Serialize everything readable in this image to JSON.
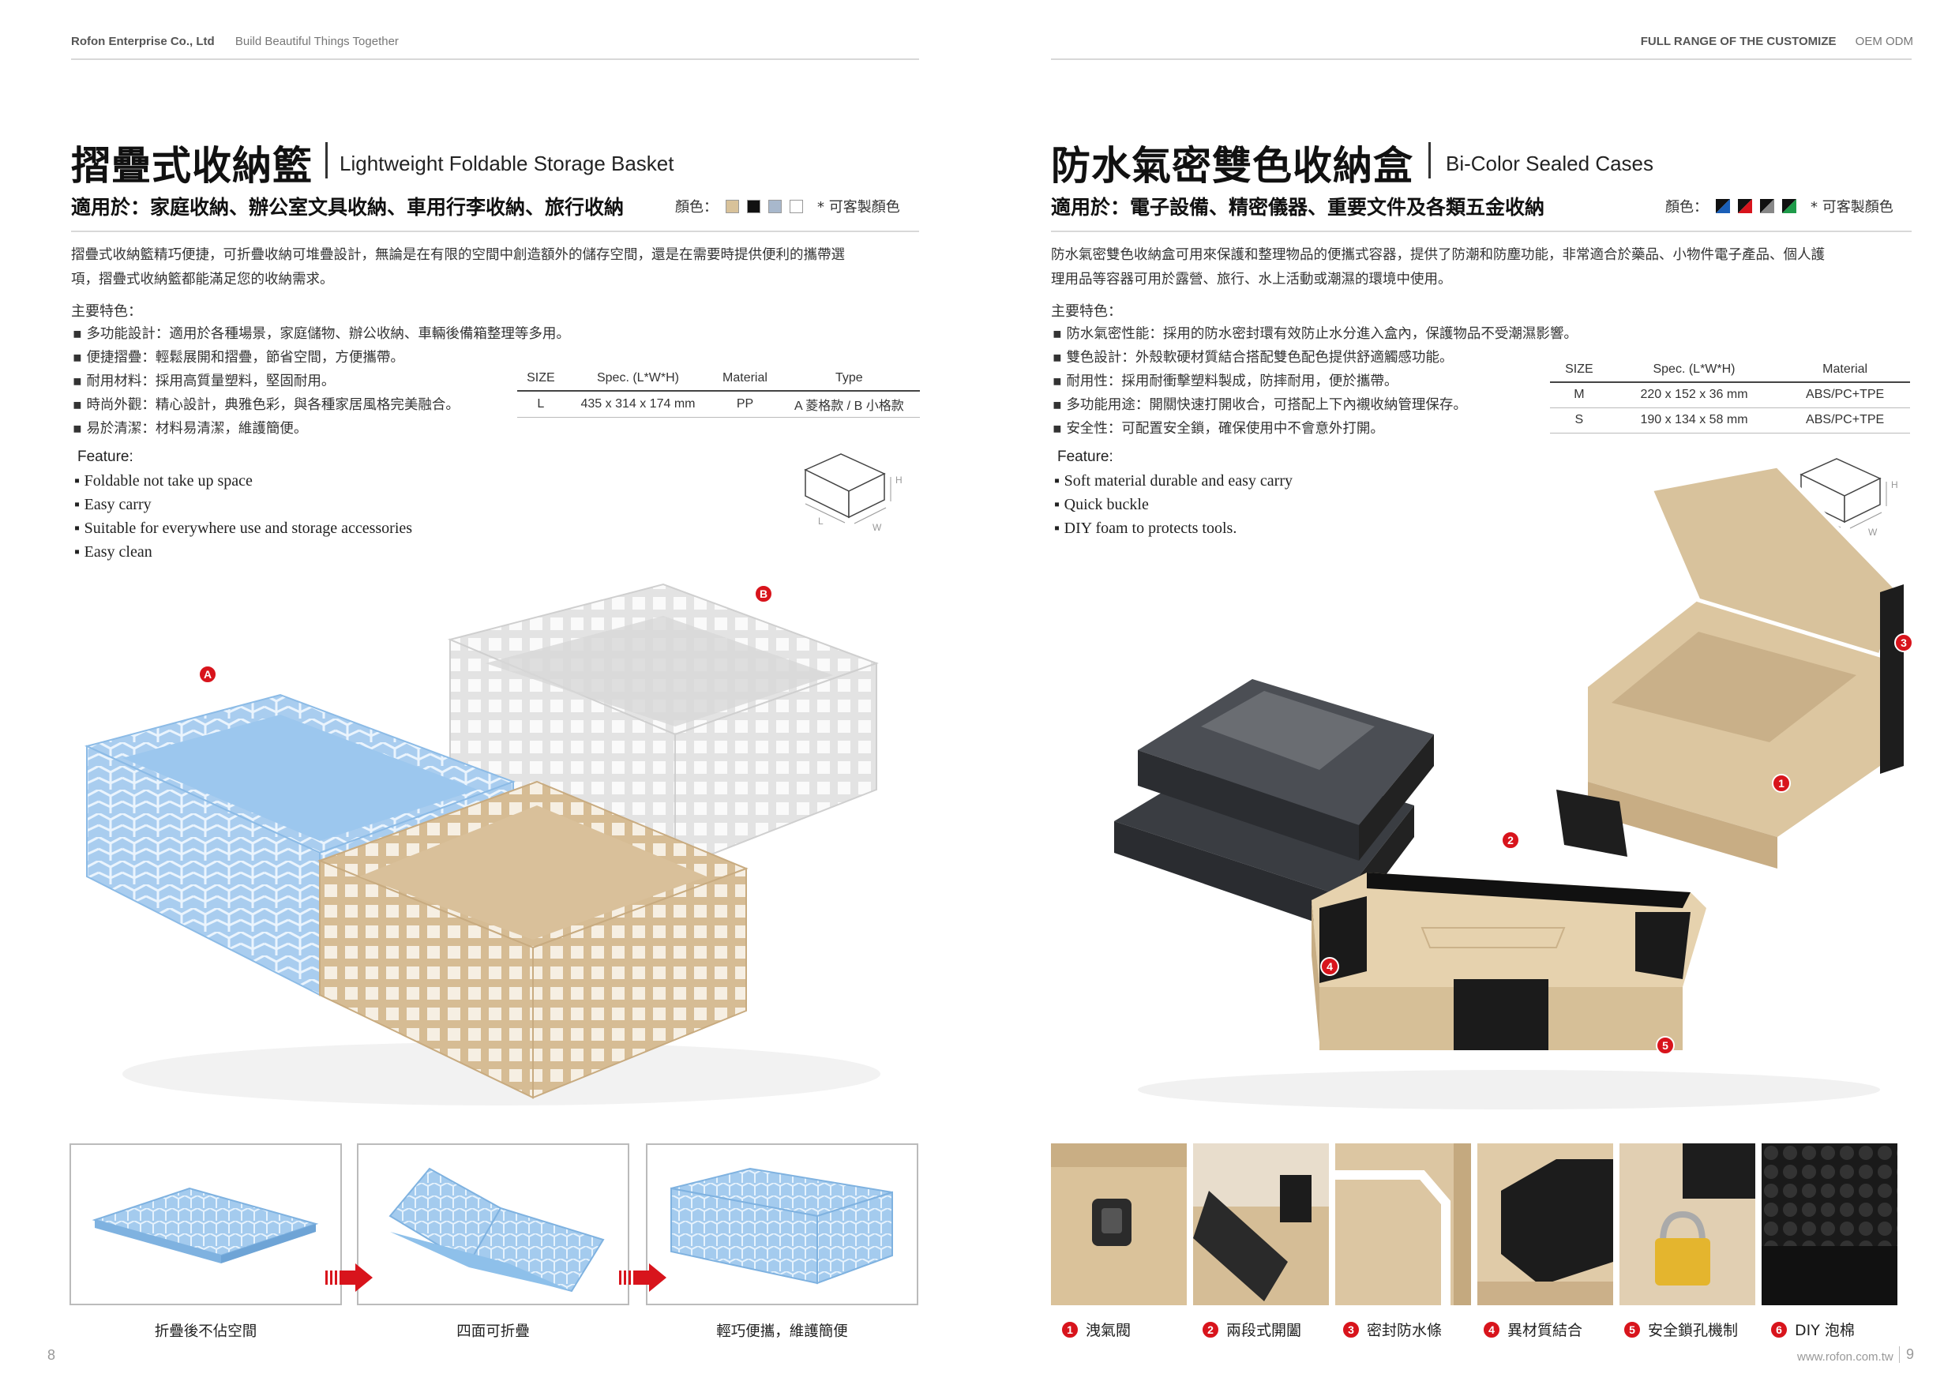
{
  "left": {
    "header_company": "Rofon Enterprise Co., Ltd",
    "header_slogan": "Build Beautiful Things Together",
    "title_zh": "摺疊式收納籃",
    "title_en": "Lightweight Foldable Storage Basket",
    "apply": "適用於：家庭收納、辦公室文具收納、車用行李收納、旅行收納",
    "colors_label": "顏色：",
    "colors_note": "* 可客製顏色",
    "swatches": [
      "#d8c29a",
      "#111111",
      "#a8b8cc",
      "#ffffff"
    ],
    "desc_1": "摺疊式收納籃精巧便捷，可折疊收納可堆疊設計，無論是在有限的空間中創造額外的儲存空間，還是在需要時提供便利的攜帶選",
    "desc_2": "項，摺疊式收納籃都能滿足您的收納需求。",
    "main_heading": "主要特色：",
    "bullets": [
      "多功能設計：適用於各種場景，家庭儲物、辦公收納、車輛後備箱整理等多用。",
      "便捷摺疊：輕鬆展開和摺疊，節省空間，方便攜帶。",
      "耐用材料：採用高質量塑料，堅固耐用。",
      "時尚外觀：精心設計，典雅色彩，與各種家居風格完美融合。",
      "易於清潔：材料易清潔，維護簡便。"
    ],
    "feature_heading": "Feature:",
    "features": [
      "Foldable not take up space",
      "Easy carry",
      "Suitable for everywhere use and storage accessories",
      "Easy clean"
    ],
    "table": {
      "headers": [
        "SIZE",
        "Spec. (L*W*H)",
        "Material",
        "Type"
      ],
      "rows": [
        [
          "L",
          "435 x 314 x 174 mm",
          "PP",
          "A 菱格款 / B 小格款"
        ]
      ]
    },
    "box_labels": {
      "h": "H",
      "l": "L",
      "w": "W"
    },
    "badge_a": "A",
    "badge_b": "B",
    "captions": [
      "折疊後不佔空間",
      "四面可折疊",
      "輕巧便攜，維護簡便"
    ],
    "page_number": "8"
  },
  "right": {
    "header_bold": "FULL RANGE OF THE CUSTOMIZE",
    "header_light": "OEM ODM",
    "title_zh": "防水氣密雙色收納盒",
    "title_en": "Bi-Color Sealed Cases",
    "apply": "適用於：電子設備、精密儀器、重要文件及各類五金收納",
    "colors_label": "顏色：",
    "colors_note": "* 可客製顏色",
    "desc_1": "防水氣密雙色收納盒可用來保護和整理物品的便攜式容器，提供了防潮和防塵功能，非常適合於藥品、小物件電子產品、個人護",
    "desc_2": "理用品等容器可用於露營、旅行、水上活動或潮濕的環境中使用。",
    "main_heading": "主要特色：",
    "bullets": [
      "防水氣密性能：採用的防水密封環有效防止水分進入盒內，保護物品不受潮濕影響。",
      "雙色設計：外殼軟硬材質結合搭配雙色配色提供舒適觸感功能。",
      "耐用性：採用耐衝擊塑料製成，防摔耐用，便於攜帶。",
      "多功能用途：開關快速打開收合，可搭配上下內襯收納管理保存。",
      "安全性：可配置安全鎖，確保使用中不會意外打開。"
    ],
    "feature_heading": "Feature:",
    "features": [
      "Soft material durable and easy carry",
      "Quick buckle",
      "DIY foam to protects tools."
    ],
    "table": {
      "headers": [
        "SIZE",
        "Spec. (L*W*H)",
        "Material"
      ],
      "rows": [
        [
          "M",
          "220 x 152 x 36 mm",
          "ABS/PC+TPE"
        ],
        [
          "S",
          "190 x 134 x 58 mm",
          "ABS/PC+TPE"
        ]
      ]
    },
    "box_labels": {
      "h": "H",
      "l": "L",
      "w": "W"
    },
    "badges": [
      "1",
      "2",
      "3",
      "4",
      "5"
    ],
    "feature_captions": [
      {
        "num": "1",
        "text": "洩氣閥"
      },
      {
        "num": "2",
        "text": "兩段式開闔"
      },
      {
        "num": "3",
        "text": "密封防水條"
      },
      {
        "num": "4",
        "text": "異材質結合"
      },
      {
        "num": "5",
        "text": "安全鎖孔機制"
      },
      {
        "num": "6",
        "text": "DIY 泡棉"
      }
    ],
    "url": "www.rofon.com.tw",
    "page_number": "9"
  }
}
